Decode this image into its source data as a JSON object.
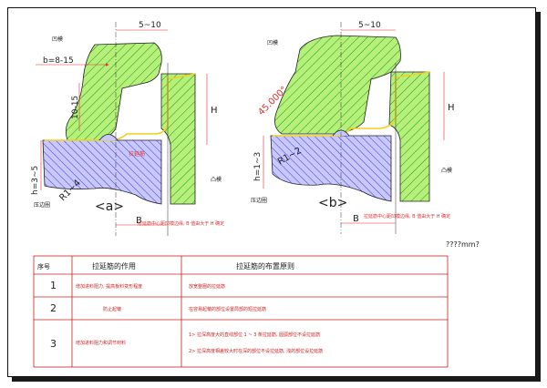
{
  "colors": {
    "die_fill": "#b6f07a",
    "die_hatch": "#1a9a1a",
    "blank_fill": "#c8c8ff",
    "blank_hatch": "#3333bb",
    "dim_red": "#e03030",
    "bead_yellow": "#f0d020",
    "table_red": "#cc2222",
    "ink": "#222222"
  },
  "diagram_a": {
    "dim_top": "5~10",
    "dim_b": "b=8-15",
    "dim_height": "10-15",
    "dim_h": "h=3~5",
    "dim_r": "R1~4",
    "dim_H": "H",
    "dim_B": "B",
    "label_ring": "凹模",
    "label_punch": "凸模",
    "label_blank": "压边圈",
    "label_bead": "拉延筋",
    "label_note": "拉延筋中心距凹模边缘, B 值由大于 H 确定",
    "caption": "<a>"
  },
  "diagram_b": {
    "dim_top": "5~10",
    "dim_angle": "45.000°",
    "dim_r": "R1~2",
    "dim_h": "h=1~3",
    "dim_H": "H",
    "dim_B": "B",
    "label_ring": "凹模",
    "label_punch": "凸模",
    "label_blank": "压边圈",
    "label_note": "拉延筋中心距凹模边缘, B 值由大于 H 确定",
    "caption": "<b>"
  },
  "unit_note": "????mm?",
  "table": {
    "headers": [
      "序号",
      "拉延筋的作用",
      "拉延筋的布置原则"
    ],
    "rows": [
      {
        "num": "1",
        "role": "增加进料阻力, 提高板料变形程度",
        "rules": [
          "放宽整圈的拉延筋"
        ]
      },
      {
        "num": "2",
        "role": "防止起皱",
        "rules": [
          "在容易起皱的部位设置局部的短拉延筋"
        ]
      },
      {
        "num": "3",
        "role": "增加进料阻力和调节材料",
        "rules": [
          "1> 拉深高度大的直线部位 1 ~ 3 条拉延筋, 圆弧部位不设拉延筋",
          "2> 拉深高度相差较大时在深的部位不设拉延筋, 浅的部位设拉延筋"
        ]
      }
    ]
  }
}
